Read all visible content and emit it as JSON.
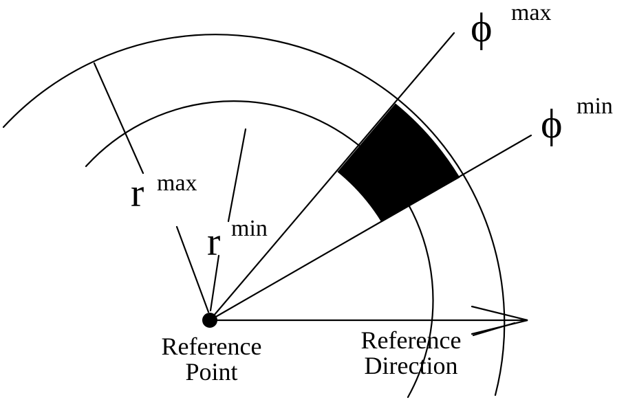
{
  "labels": {
    "r_max": {
      "base": "r",
      "superscript": "max"
    },
    "r_min": {
      "base": "r",
      "superscript": "min"
    },
    "phi_max": {
      "base": "ϕ",
      "superscript": "max"
    },
    "phi_min": {
      "base": "ϕ",
      "superscript": "min"
    },
    "reference_point": [
      "Reference",
      "Point"
    ],
    "reference_direction": [
      "Reference",
      "Direction"
    ]
  }
}
